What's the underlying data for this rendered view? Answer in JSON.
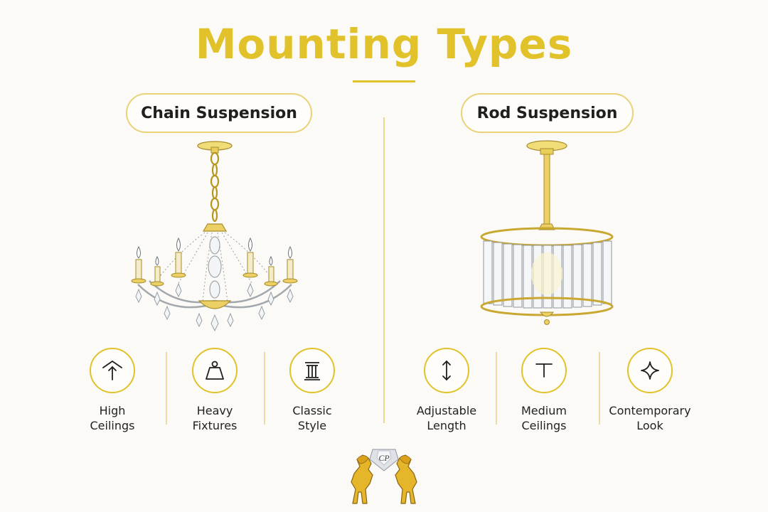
{
  "title": "Mounting Types",
  "left": {
    "heading": "Chain Suspension",
    "features": [
      {
        "icon": "arrow-up-roof-icon",
        "label": "High\nCeilings"
      },
      {
        "icon": "weight-icon",
        "label": "Heavy\nFixtures"
      },
      {
        "icon": "column-icon",
        "label": "Classic\nStyle"
      }
    ]
  },
  "right": {
    "heading": "Rod Suspension",
    "features": [
      {
        "icon": "double-arrow-vertical-icon",
        "label": "Adjustable\nLength"
      },
      {
        "icon": "rod-ceiling-icon",
        "label": "Medium\nCeilings"
      },
      {
        "icon": "sparkle-icon",
        "label": "Contemporary\nLook"
      }
    ]
  },
  "colors": {
    "gold": "#e2c22a",
    "background": "#fbfaf7",
    "text": "#1f1f1f"
  },
  "logo": {
    "monogram": "CP"
  }
}
